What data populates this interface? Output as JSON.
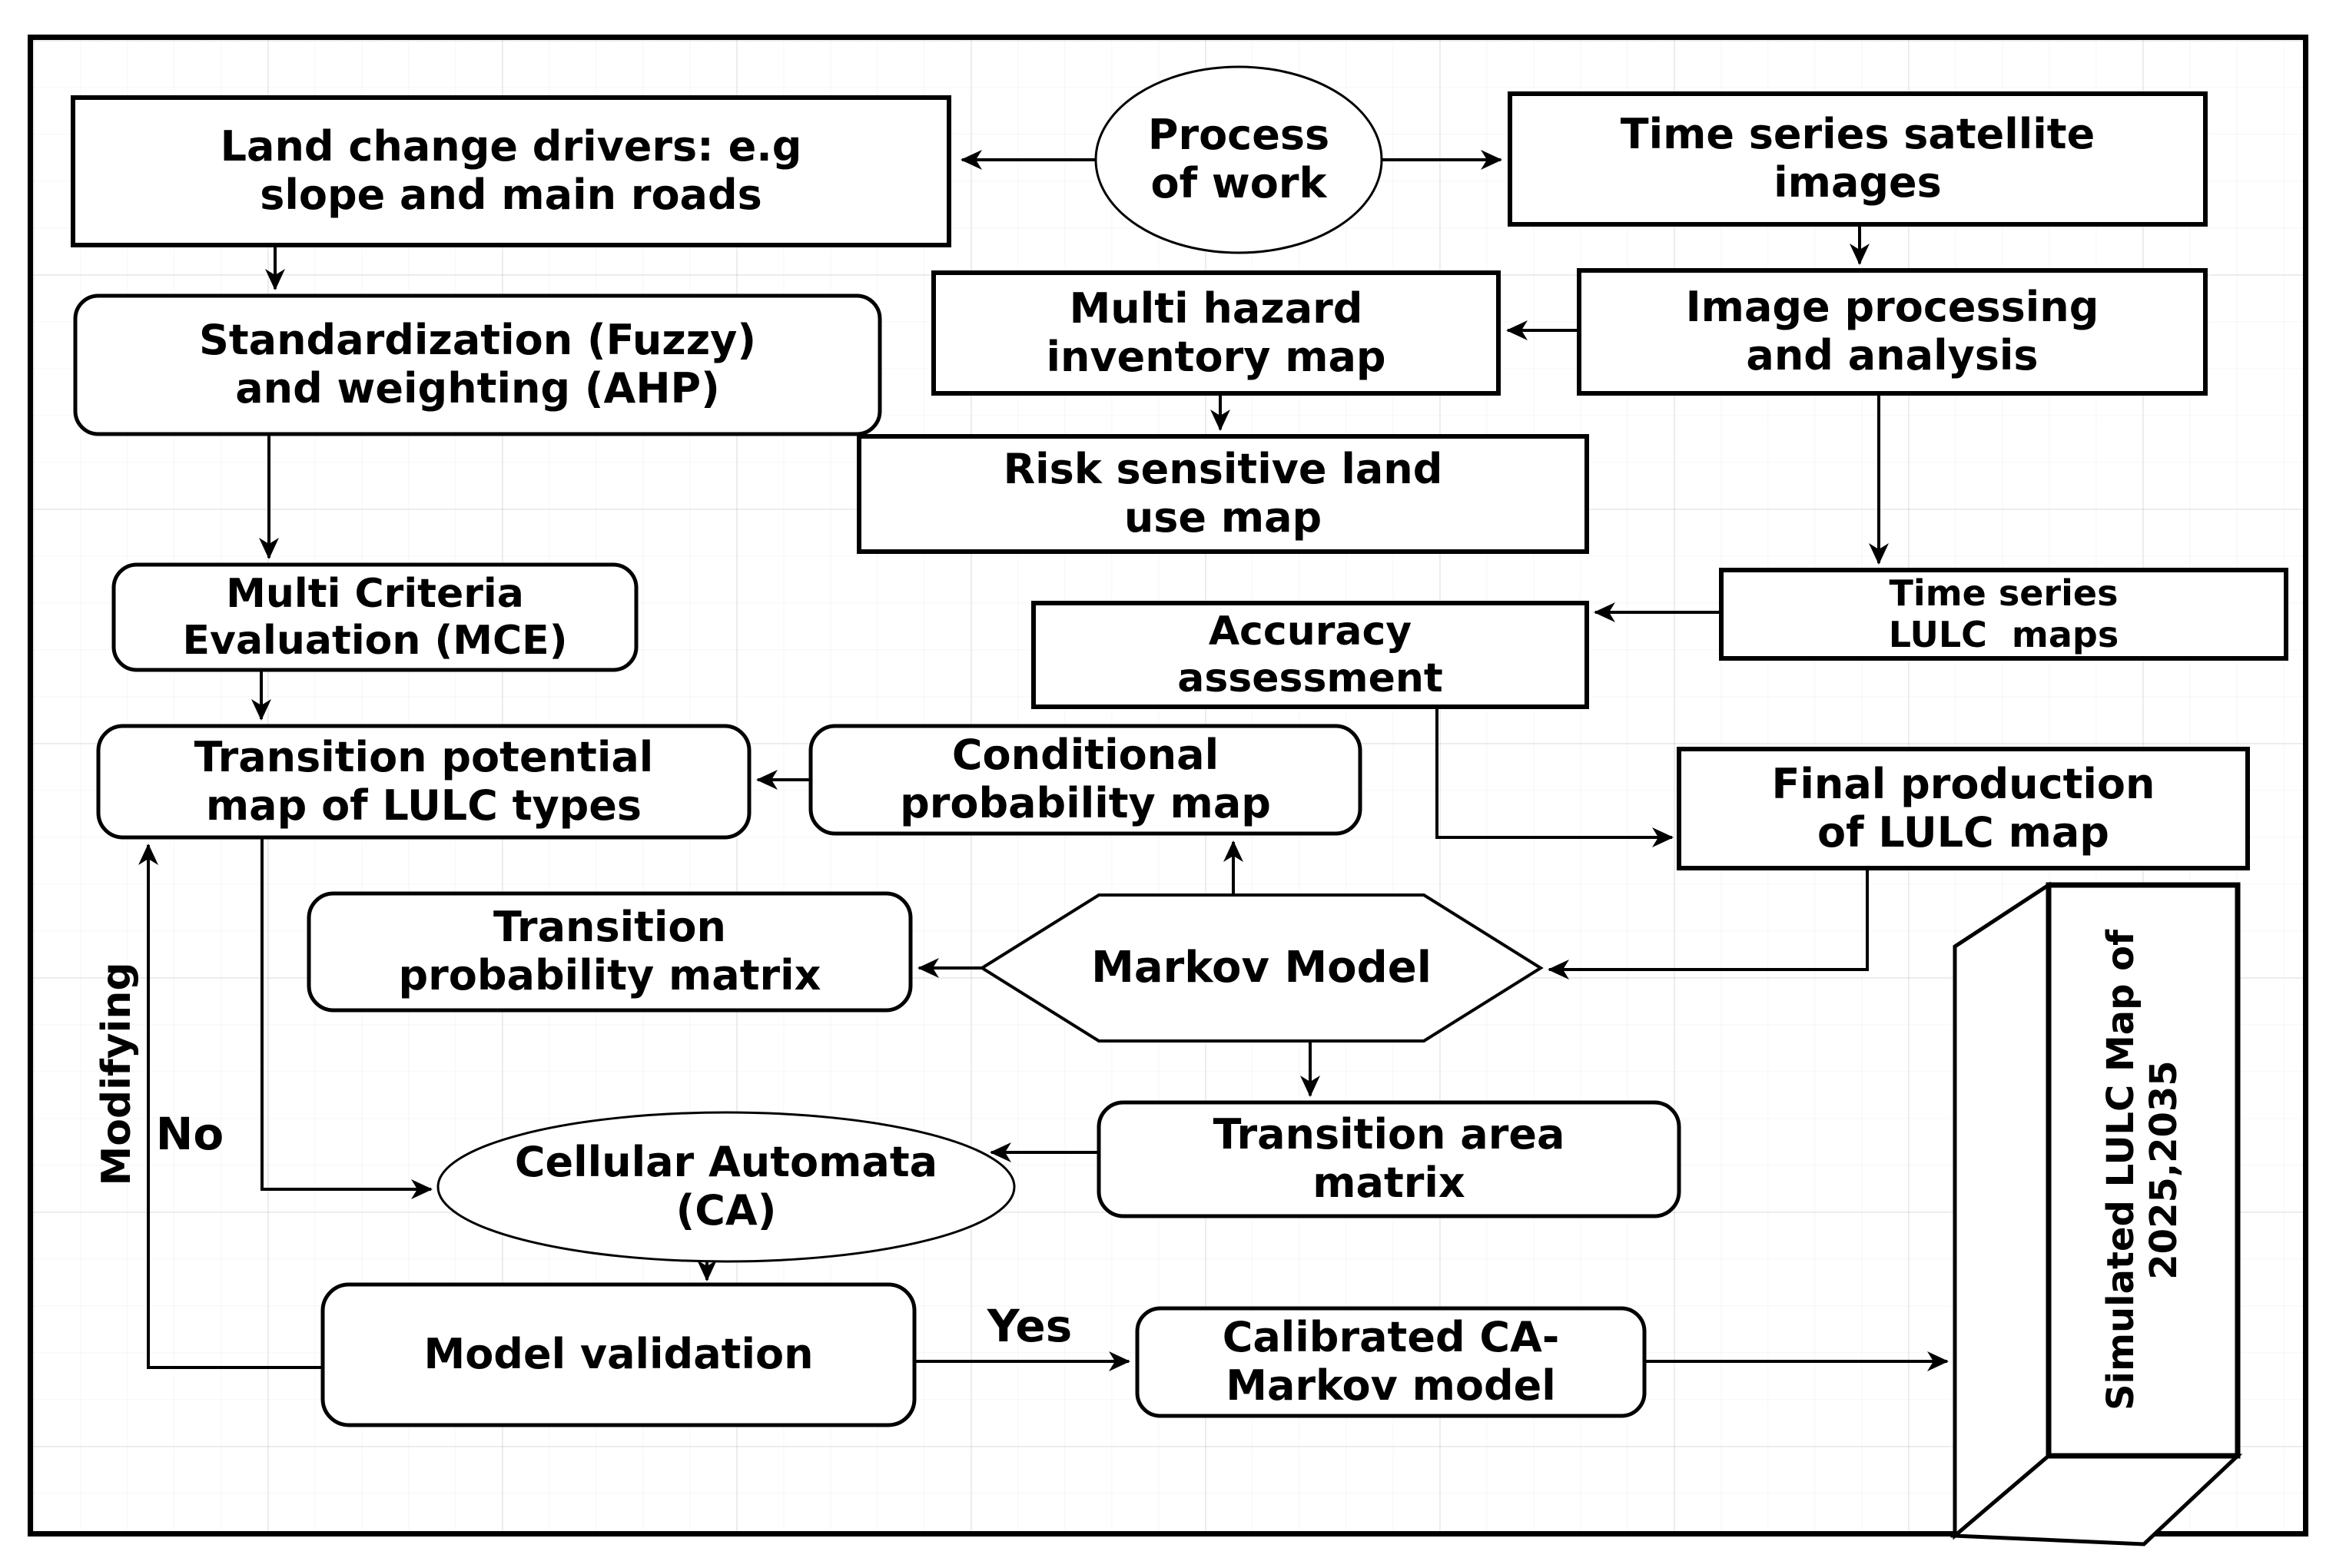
{
  "title": "CA-Markov LULC simulation workflow flowchart",
  "colors": {
    "stroke": "#000000",
    "fill": "#ffffff",
    "text": "#000000",
    "grid": "#ededed"
  },
  "nodes": {
    "process": {
      "label": "Process\nof work",
      "shape": "ellipse"
    },
    "land_change": {
      "label": "Land change drivers: e.g\nslope and main roads",
      "shape": "rect"
    },
    "satellite": {
      "label": "Time series satellite\nimages",
      "shape": "rect"
    },
    "standardization": {
      "label": "Standardization (Fuzzy)\nand weighting (AHP)",
      "shape": "rounded"
    },
    "multi_hazard": {
      "label": "Multi hazard\ninventory map",
      "shape": "rect"
    },
    "image_processing": {
      "label": "Image processing\nand analysis",
      "shape": "rect"
    },
    "risk_sensitive": {
      "label": "Risk sensitive land\nuse map",
      "shape": "rect"
    },
    "mce": {
      "label": "Multi Criteria\nEvaluation (MCE)",
      "shape": "rounded"
    },
    "accuracy": {
      "label": "Accuracy\nassessment",
      "shape": "rect"
    },
    "ts_lulc": {
      "label": "Time series\nLULC  maps",
      "shape": "rect"
    },
    "transition_potential": {
      "label": "Transition potential\nmap of LULC types",
      "shape": "rounded"
    },
    "conditional": {
      "label": "Conditional\nprobability map",
      "shape": "rounded"
    },
    "final_production": {
      "label": "Final production\nof LULC map",
      "shape": "rect"
    },
    "tpm": {
      "label": "Transition\nprobability matrix",
      "shape": "rounded"
    },
    "markov": {
      "label": "Markov Model",
      "shape": "hexagon"
    },
    "tam": {
      "label": "Transition area\nmatrix",
      "shape": "rounded"
    },
    "ca": {
      "label": "Cellular Automata\n(CA)",
      "shape": "ellipse"
    },
    "model_validation": {
      "label": "Model validation",
      "shape": "rounded"
    },
    "calibrated": {
      "label": "Calibrated CA-\nMarkov model",
      "shape": "rounded"
    },
    "sim3d": {
      "label": "Simulated LULC Map of\n2025,2035",
      "shape": "cube"
    }
  },
  "labels": {
    "modifying": "Modifying",
    "no": "No",
    "yes": "Yes"
  }
}
